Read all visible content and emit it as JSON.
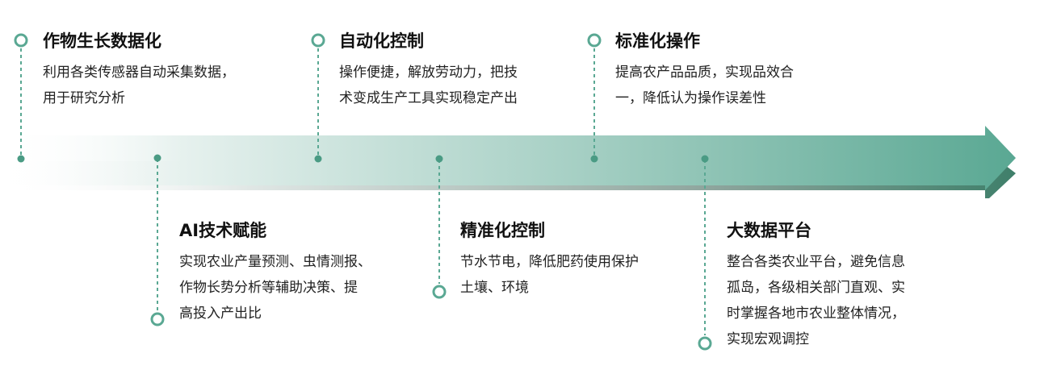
{
  "colors": {
    "accent": "#5aa893",
    "arrow_dark": "#3f7f6a",
    "dot_fill": "#4a9b84",
    "text": "#222222"
  },
  "milestones": [
    {
      "title": "作物生长数据化",
      "lines": [
        "利用各类传感器自动采集数据，",
        "用于研究分析"
      ],
      "position": "top"
    },
    {
      "title": "AI技术赋能",
      "lines": [
        "实现农业产量预测、虫情测报、",
        "作物长势分析等辅助决策、提",
        "高投入产出比"
      ],
      "position": "bottom"
    },
    {
      "title": "自动化控制",
      "lines": [
        "操作便捷，解放劳动力，把技",
        "术变成生产工具实现稳定产出"
      ],
      "position": "top"
    },
    {
      "title": "精准化控制",
      "lines": [
        "节水节电，降低肥药使用保护",
        "土壤、环境"
      ],
      "position": "bottom"
    },
    {
      "title": "标准化操作",
      "lines": [
        "提高农产品品质，实现品效合",
        "一，降低认为操作误差性"
      ],
      "position": "top"
    },
    {
      "title": "大数据平台",
      "lines": [
        "整合各类农业平台，避免信息",
        "孤岛，各级相关部门直观、实",
        "时掌握各地市农业整体情况，",
        "实现宏观调控"
      ],
      "position": "bottom"
    }
  ]
}
